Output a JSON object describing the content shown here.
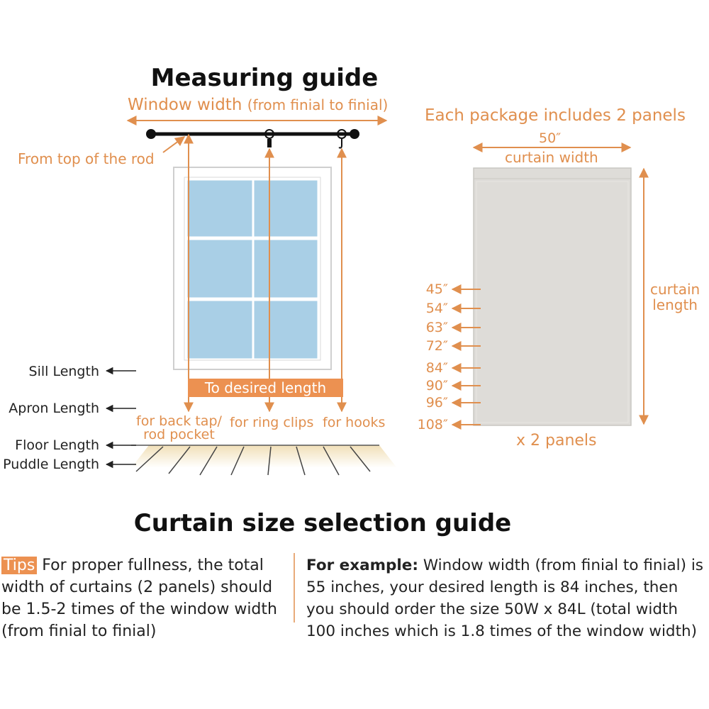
{
  "measuring": {
    "title": "Measuring guide",
    "window_width_main": "Window width",
    "window_width_sub": "(from finial to finial)",
    "from_top": "From top of the rod",
    "desired_length": "To desired length",
    "back_tab_line1": "for back tap/",
    "back_tab_line2": "rod pocket",
    "ring_clips": "for ring clips",
    "hooks": "for hooks",
    "lengths": [
      "Sill Length",
      "Apron Length",
      "Floor Length",
      "Puddle Length"
    ]
  },
  "package": {
    "title": "Each package includes 2 panels",
    "width_value": "50″",
    "width_label": "curtain width",
    "length_label_line1": "curtain",
    "length_label_line2": "length",
    "sizes": [
      "45″",
      "54″",
      "63″",
      "72″",
      "84″",
      "90″",
      "96″",
      "108″"
    ],
    "panels_count": "x 2 panels"
  },
  "selection": {
    "title": "Curtain size selection guide",
    "tips_badge": "Tips",
    "tips_text": " For proper fullness, the total width of curtains (2 panels) should be 1.5-2 times of the window width (from finial to finial)",
    "example_label": "For example:",
    "example_text": " Window width (from finial to finial) is 55 inches, your desired length is 84 inches, then you should order the size 50W x 84L (total width 100 inches which is 1.8 times of the window width)"
  },
  "colors": {
    "accent": "#e08f4e",
    "glass": "#a9cfe6",
    "curtain": "#dedcd8",
    "floor": "#f3e3c2"
  }
}
